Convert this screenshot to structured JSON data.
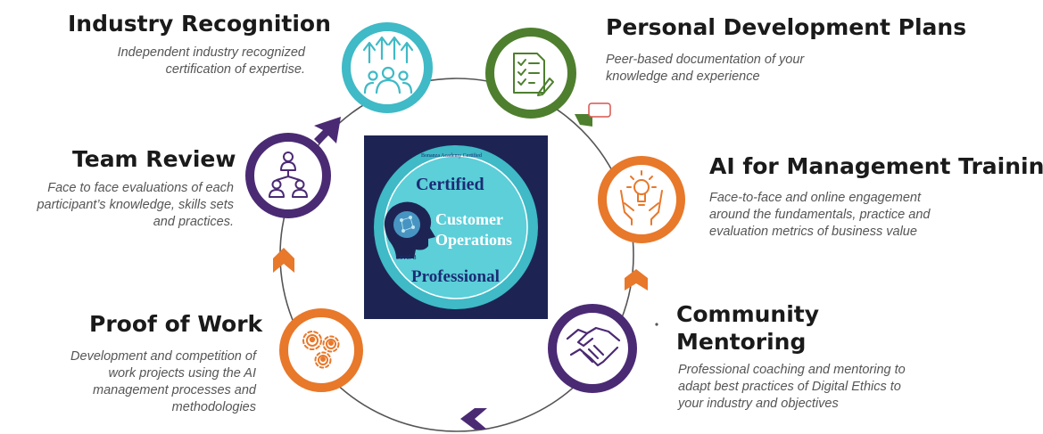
{
  "colors": {
    "teal": "#3fbac6",
    "green": "#4e7f2e",
    "orange": "#e8782a",
    "purple": "#4b2a74",
    "navy": "#1d2453",
    "ring": "#555555"
  },
  "center_badge": {
    "top_arc_text": "Bonanza Academy Certified",
    "line1": "Certified",
    "line2": "Customer",
    "line3": "Operations",
    "line4": "Professional",
    "level": "Level 3"
  },
  "nodes": [
    {
      "id": "industry-recognition",
      "title": "Industry Recognition",
      "description_lines": [
        "Independent industry recognized",
        "certification of expertise."
      ],
      "icon": "team-arrows-icon",
      "color": "teal"
    },
    {
      "id": "personal-development-plans",
      "title": "Personal Development Plans",
      "description_lines": [
        "Peer-based documentation of your",
        "knowledge and  experience"
      ],
      "icon": "checklist-document-icon",
      "color": "green"
    },
    {
      "id": "ai-for-management-training",
      "title": "AI for Management Training",
      "description_lines": [
        "Face-to-face and online engagement",
        "around the fundamentals, practice and",
        "evaluation metrics of business value"
      ],
      "icon": "lightbulb-hands-icon",
      "color": "orange"
    },
    {
      "id": "community-mentoring",
      "title_lines": [
        "Community",
        "Mentoring"
      ],
      "description_lines": [
        "Professional coaching and mentoring to",
        "adapt best practices of Digital Ethics to",
        "your industry and objectives"
      ],
      "icon": "handshake-icon",
      "color": "purple"
    },
    {
      "id": "proof-of-work",
      "title": "Proof of Work",
      "description_lines": [
        "Development and competition of",
        "work projects using the AI",
        "management processes and",
        "methodologies"
      ],
      "icon": "gears-people-icon",
      "color": "orange"
    },
    {
      "id": "team-review",
      "title": "Team Review",
      "description_lines": [
        "Face to face evaluations of each",
        "participant’s knowledge, skills sets",
        "and practices."
      ],
      "icon": "team-hierarchy-icon",
      "color": "purple"
    }
  ]
}
